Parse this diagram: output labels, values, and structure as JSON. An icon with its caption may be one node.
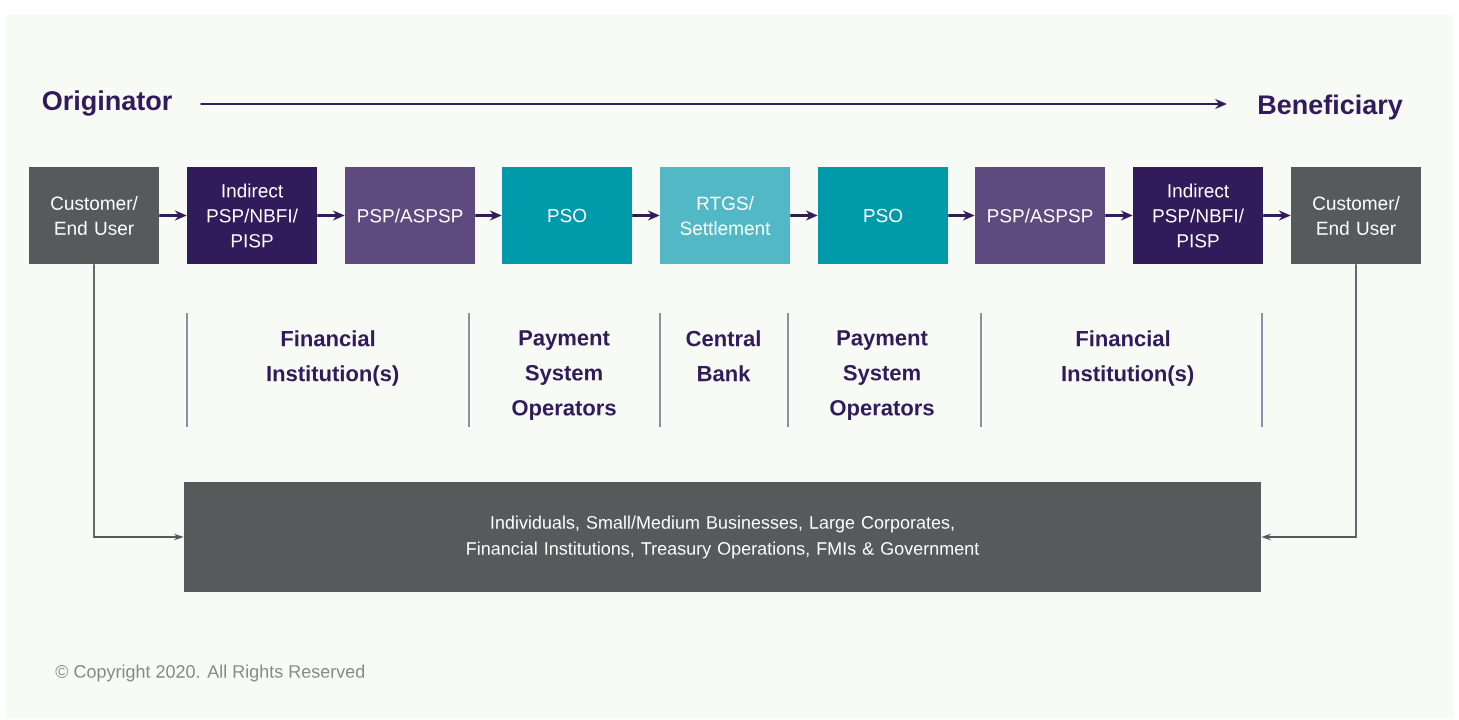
{
  "diagram": {
    "nodes": [
      {
        "text": [
          "Originator"
        ]
      },
      {
        "text": [
          "Beneficiary"
        ]
      },
      {
        "text": [
          "Customer/ End User"
        ]
      },
      {
        "text": [
          "Indirect PSP/NBFI/ PISP"
        ]
      },
      {
        "text": [
          "PSP/ASPSP"
        ]
      },
      {
        "text": [
          "PSO"
        ]
      },
      {
        "text": [
          "RTGS/ Settlement"
        ]
      },
      {
        "text": [
          "PSO"
        ]
      },
      {
        "text": [
          "PSP/ASPSP"
        ]
      },
      {
        "text": [
          "Indirect PSP/NBFI/ PISP"
        ]
      },
      {
        "text": [
          "Customer/ End User"
        ]
      },
      {
        "text": [
          "Individuals, Small/Medium Businesses, Large Corporates, Financial Institutions, Treasury Operations, FMIs & Government"
        ]
      }
    ],
    "edges": [
      {
        "from": 0,
        "to": 1,
        "arrow": "to"
      },
      {
        "from": 2,
        "to": 3,
        "arrow": "to"
      },
      {
        "from": 3,
        "to": 4,
        "arrow": "to"
      },
      {
        "from": 4,
        "to": 5,
        "arrow": "to"
      },
      {
        "from": 5,
        "to": 6,
        "arrow": "to"
      },
      {
        "from": 6,
        "to": 7,
        "arrow": "to"
      },
      {
        "from": 7,
        "to": 8,
        "arrow": "to"
      },
      {
        "from": 8,
        "to": 9,
        "arrow": "to"
      },
      {
        "from": 9,
        "to": 10,
        "arrow": "to"
      },
      {
        "from": 2,
        "to": 11,
        "arrow": "to",
        "color": "#58595b"
      },
      {
        "from": 10,
        "to": 11,
        "arrow": "to",
        "color": "#58595b"
      }
    ],
    "labels": [
      "Financial Institution(s)",
      "Payment System Operators",
      "Central Bank",
      "Payment System Operators",
      "Financial Institution(s)",
      "© Copyright 2020. All Rights Reserved"
    ]
  }
}
